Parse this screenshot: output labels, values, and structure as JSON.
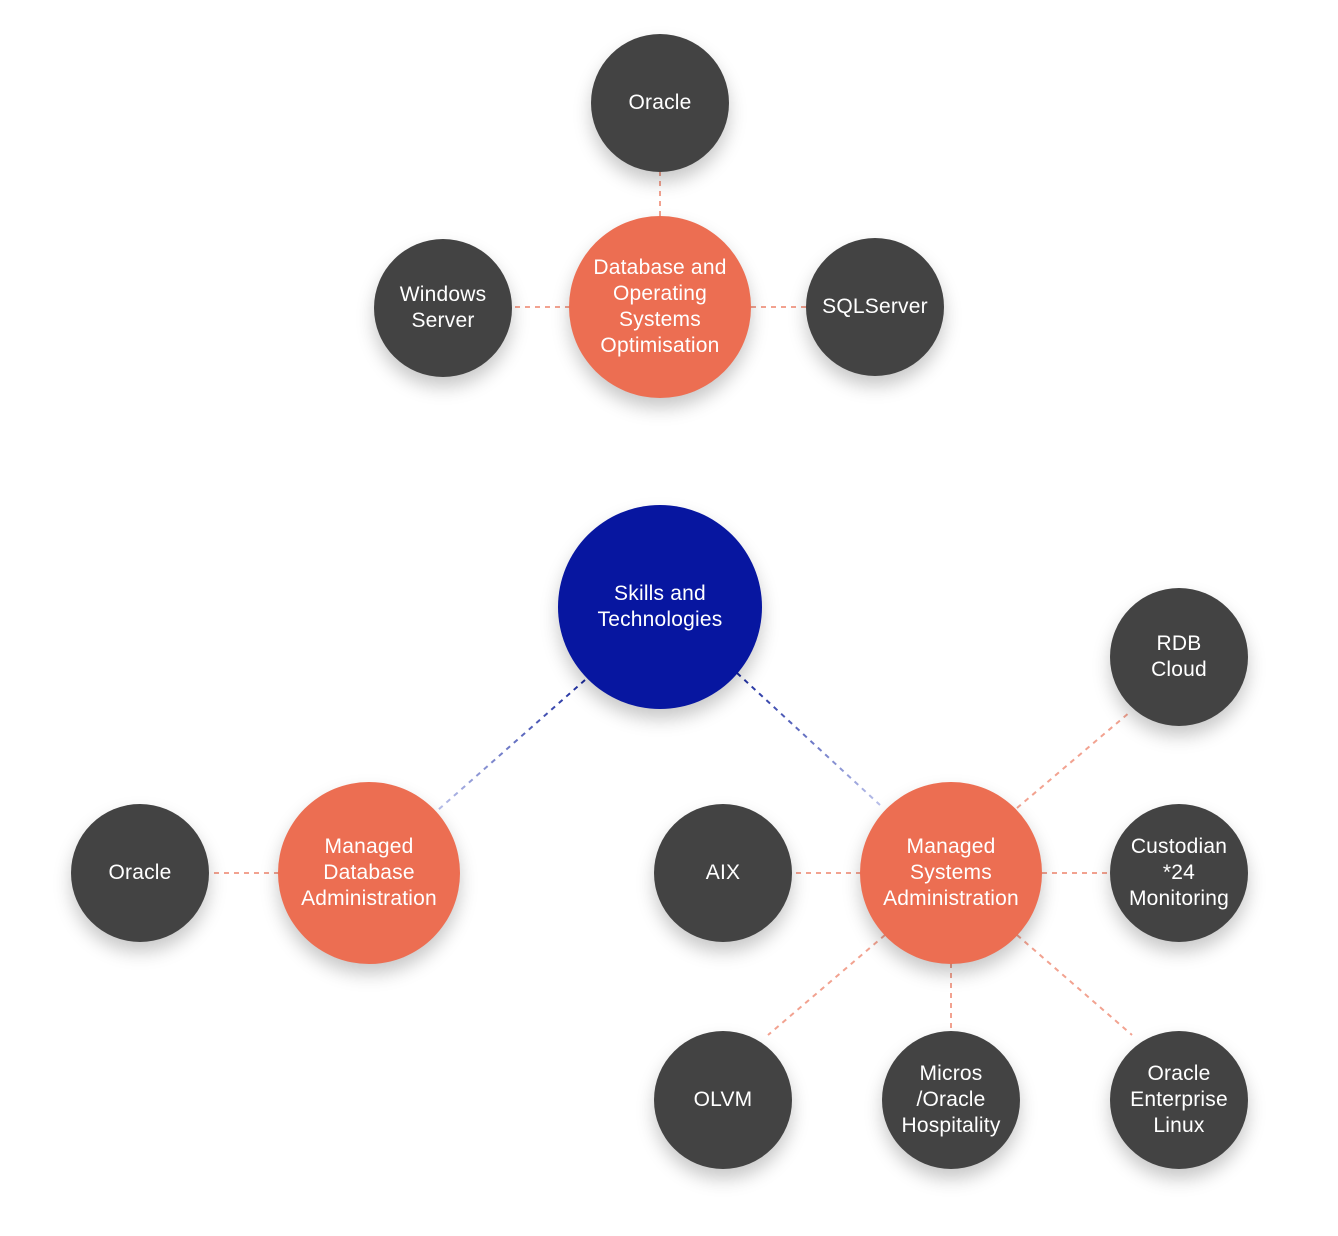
{
  "colors": {
    "center": "#0716a0",
    "hub": "#ec6e52",
    "leaf": "#434343",
    "center_link": "#1a2a9e",
    "hub_link": "#ec6e52",
    "text": "#ffffff"
  },
  "nodes": {
    "center": {
      "label": "Skills and\nTechnologies"
    },
    "hub_dbos": {
      "label": "Database and\nOperating\nSystems\nOptimisation"
    },
    "hub_mda": {
      "label": "Managed\nDatabase\nAdministration"
    },
    "hub_msa": {
      "label": "Managed\nSystems\nAdministration"
    },
    "leaf_oracle_top": {
      "label": "Oracle"
    },
    "leaf_windows": {
      "label": "Windows\nServer"
    },
    "leaf_sqlserver": {
      "label": "SQLServer"
    },
    "leaf_oracle_left": {
      "label": "Oracle"
    },
    "leaf_aix": {
      "label": "AIX"
    },
    "leaf_rdb": {
      "label": "RDB\nCloud"
    },
    "leaf_custodian": {
      "label": "Custodian\n*24\nMonitoring"
    },
    "leaf_olvm": {
      "label": "OLVM"
    },
    "leaf_micros": {
      "label": "Micros\n/Oracle\nHospitality"
    },
    "leaf_oel": {
      "label": "Oracle\nEnterprise\nLinux"
    }
  }
}
